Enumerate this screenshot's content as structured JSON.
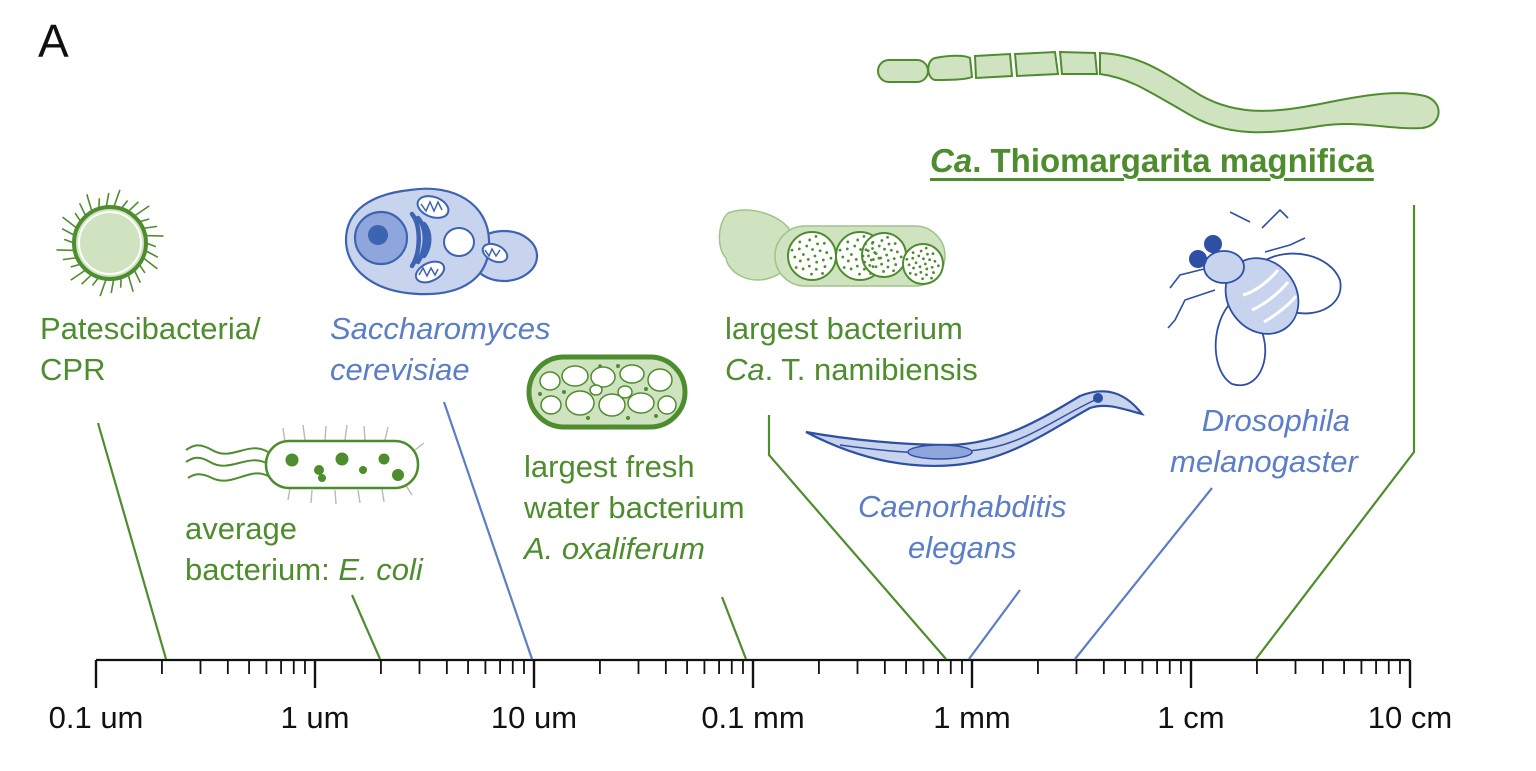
{
  "panel_label": "A",
  "axis": {
    "scale": "log",
    "unit_min_m": 1e-07,
    "unit_max_m": 0.1,
    "ticks": [
      {
        "label": "0.1 um",
        "value_m": 1e-07
      },
      {
        "label": "1 um",
        "value_m": 1e-06
      },
      {
        "label": "10 um",
        "value_m": 1e-05
      },
      {
        "label": "0.1 mm",
        "value_m": 0.0001
      },
      {
        "label": "1 mm",
        "value_m": 0.001
      },
      {
        "label": "1 cm",
        "value_m": 0.01
      },
      {
        "label": "10 cm",
        "value_m": 0.1
      }
    ]
  },
  "colors": {
    "bacteria": "#4e8d2d",
    "eukaryote": "#5b7ec7",
    "bacteria_fill": "#cfe3c0",
    "eukaryote_fill": "#c8d4ee"
  },
  "organisms": {
    "cpr": {
      "line1": "Patescibacteria/",
      "line2": "CPR",
      "size_m": 2.2e-07
    },
    "ecoli": {
      "line1": "average",
      "line2_plain": "bacterium: ",
      "line2_italic": "E. coli",
      "size_m": 2.2e-06
    },
    "yeast": {
      "line1": "Saccharomyces",
      "line2": "cerevisiae",
      "size_m": 1e-05
    },
    "oxaliferum": {
      "line1": "largest fresh",
      "line2": "water bacterium",
      "line3": "A. oxaliferum",
      "size_m": 9e-05
    },
    "namibiensis": {
      "line1": "largest bacterium",
      "line2_italic": "Ca",
      "line2_plain": ". T. namibiensis",
      "size_m": 0.00075
    },
    "celegans": {
      "line1": "Caenorhabditis",
      "line2": "elegans",
      "size_m": 0.001
    },
    "drosophila": {
      "line1": "Drosophila",
      "line2": "melanogaster",
      "size_m": 0.003
    },
    "magnifica": {
      "title_italic": "Ca",
      "title_plain": ". Thiomargarita magnifica",
      "size_m": 0.02
    }
  }
}
